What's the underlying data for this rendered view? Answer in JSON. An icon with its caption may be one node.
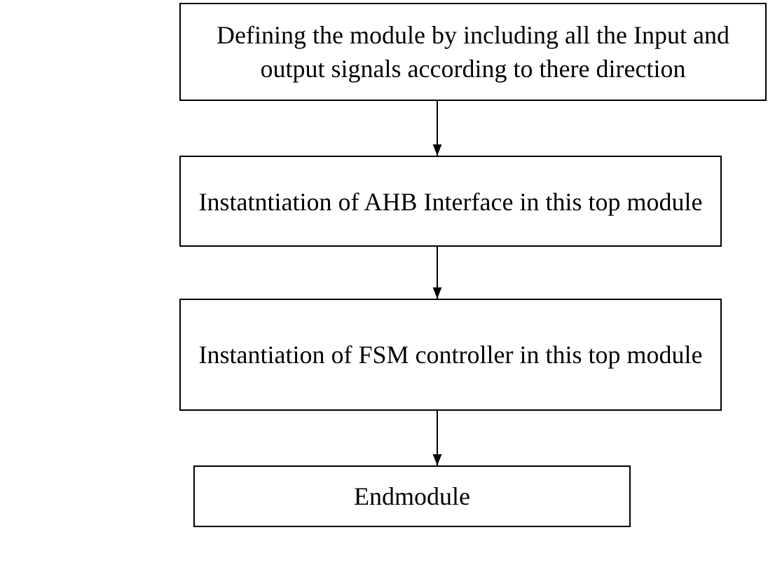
{
  "diagram": {
    "nodes": [
      {
        "text": [
          "Defining the module by including all the Input and output signals according to there direction"
        ]
      },
      {
        "text": [
          "Instatntiation of AHB Interface in this top module"
        ]
      },
      {
        "text": [
          "Instantiation of FSM controller in this top module"
        ]
      },
      {
        "text": [
          "Endmodule"
        ]
      }
    ],
    "edges": [
      {
        "from": 0,
        "to": 1,
        "arrow": "to"
      },
      {
        "from": 1,
        "to": 2,
        "arrow": "to"
      },
      {
        "from": 2,
        "to": 3,
        "arrow": "to"
      }
    ]
  }
}
